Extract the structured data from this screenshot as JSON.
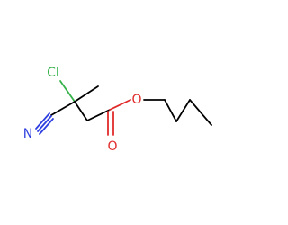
{
  "molecule": {
    "atoms": {
      "chlorine": {
        "symbol": "Cl",
        "color": "#35b24a"
      },
      "nitrogen": {
        "symbol": "N",
        "color": "#2f3fe0"
      },
      "ester_oxygen": {
        "symbol": "O",
        "color": "#e12b2b"
      },
      "carbonyl_oxygen": {
        "symbol": "O",
        "color": "#e12b2b"
      }
    }
  }
}
